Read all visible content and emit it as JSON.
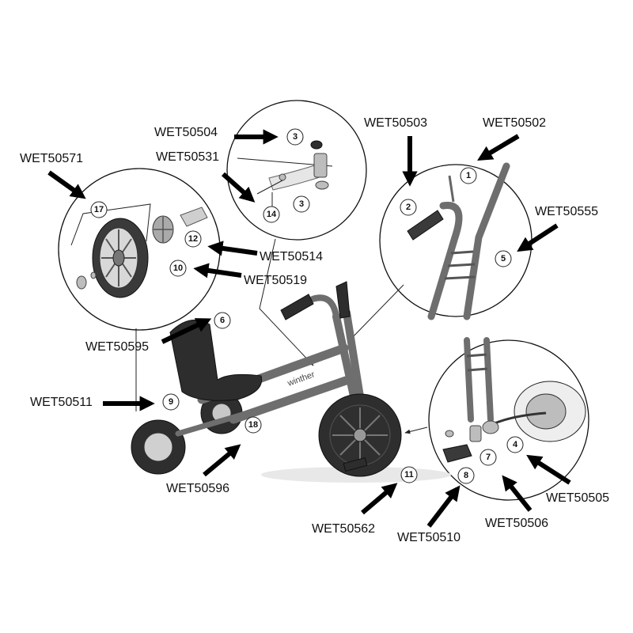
{
  "part_codes": {
    "c1": "WET50504",
    "c2": "WET50531",
    "c3": "WET50571",
    "c4": "WET50514",
    "c5": "WET50519",
    "c6": "WET50503",
    "c7": "WET50502",
    "c8": "WET50555",
    "c9": "WET50595",
    "c10": "WET50511",
    "c11": "WET50596",
    "c12": "WET50562",
    "c13": "WET50510",
    "c14": "WET50506",
    "c15": "WET50505"
  },
  "callouts": {
    "n1": "1",
    "n2": "2",
    "n3a": "3",
    "n3b": "3",
    "n4": "4",
    "n5": "5",
    "n6": "6",
    "n7": "7",
    "n8": "8",
    "n9": "9",
    "n10": "10",
    "n11": "11",
    "n12": "12",
    "n14": "14",
    "n17": "17",
    "n18": "18"
  },
  "brand": {
    "frame_text": "winther"
  },
  "colors": {
    "arrow": "#000000",
    "frame": "#6e6e6e",
    "tyre": "#2e2e2e"
  }
}
